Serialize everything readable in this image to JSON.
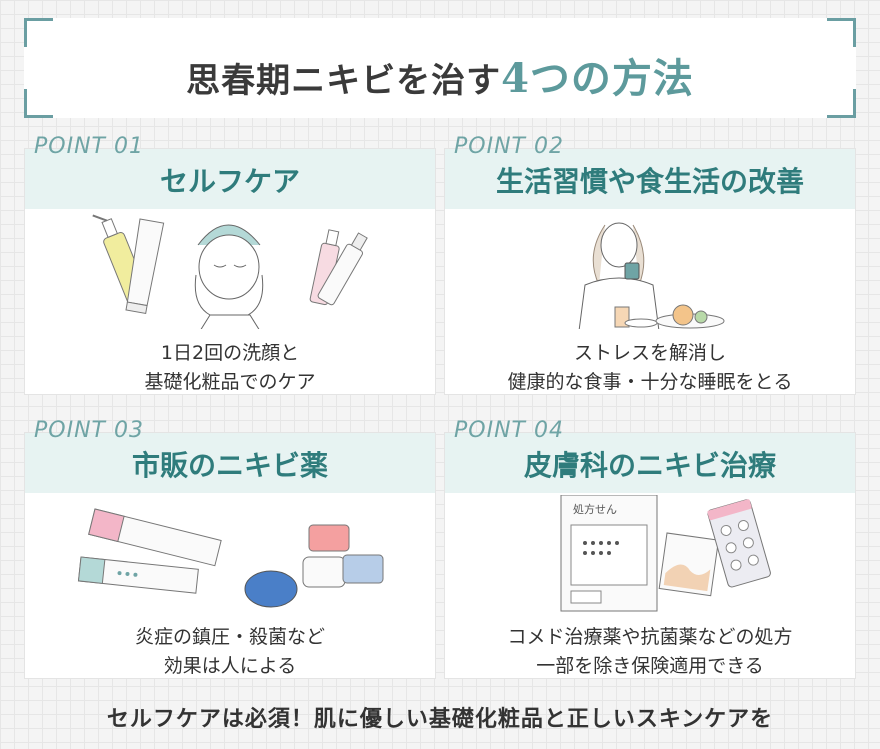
{
  "title": {
    "main": "思春期ニキビを治す",
    "accent": "4つの方法"
  },
  "cards": [
    {
      "point": "POINT 01",
      "heading": "セルフケア",
      "line1": "1日2回の洗顔と",
      "line2": "基礎化粧品でのケア"
    },
    {
      "point": "POINT 02",
      "heading": "生活習慣や食生活の改善",
      "line1": "ストレスを解消し",
      "line2": "健康的な食事・十分な睡眠をとる"
    },
    {
      "point": "POINT 03",
      "heading": "市販のニキビ薬",
      "line1": "炎症の鎮圧・殺菌など",
      "line2": "効果は人による"
    },
    {
      "point": "POINT 04",
      "heading": "皮膚科のニキビ治療",
      "line1": "コメド治療薬や抗菌薬などの処方",
      "line2": "一部を除き保険適用できる",
      "prescription_label": "処方せん"
    }
  ],
  "footer": "セルフケアは必須！肌に優しい基礎化粧品と正しいスキンケアを",
  "colors": {
    "accent": "#5d9a9c",
    "heading": "#2f7c7c",
    "header_bg": "#e7f3f2"
  }
}
